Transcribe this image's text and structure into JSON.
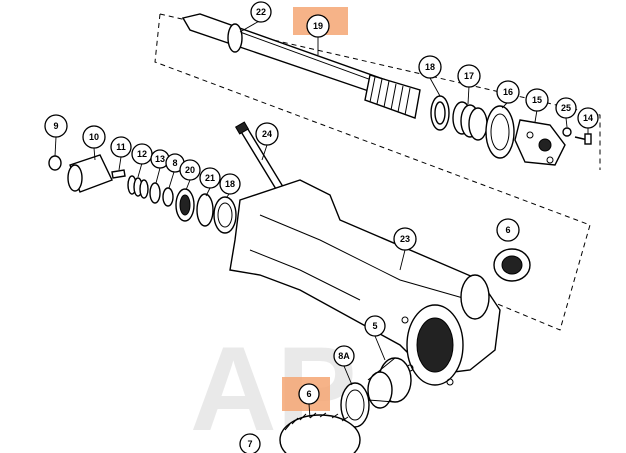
{
  "diagram": {
    "watermark": "AP",
    "highlighted_parts": [
      "19",
      "6"
    ],
    "callouts": [
      {
        "id": "22",
        "label": "22"
      },
      {
        "id": "19-top",
        "label": "19"
      },
      {
        "id": "18-top",
        "label": "18"
      },
      {
        "id": "17",
        "label": "17"
      },
      {
        "id": "16",
        "label": "16"
      },
      {
        "id": "15",
        "label": "15"
      },
      {
        "id": "25",
        "label": "25"
      },
      {
        "id": "14",
        "label": "14"
      },
      {
        "id": "9",
        "label": "9"
      },
      {
        "id": "10",
        "label": "10"
      },
      {
        "id": "11",
        "label": "11"
      },
      {
        "id": "12",
        "label": "12"
      },
      {
        "id": "13",
        "label": "13"
      },
      {
        "id": "8-left",
        "label": "8"
      },
      {
        "id": "20",
        "label": "20"
      },
      {
        "id": "21",
        "label": "21"
      },
      {
        "id": "18-left",
        "label": "18"
      },
      {
        "id": "24",
        "label": "24"
      },
      {
        "id": "23",
        "label": "23"
      },
      {
        "id": "6-right",
        "label": "6"
      },
      {
        "id": "5",
        "label": "5"
      },
      {
        "id": "8A",
        "label": "8A"
      },
      {
        "id": "6-bottom",
        "label": "6"
      },
      {
        "id": "7",
        "label": "7"
      }
    ]
  }
}
